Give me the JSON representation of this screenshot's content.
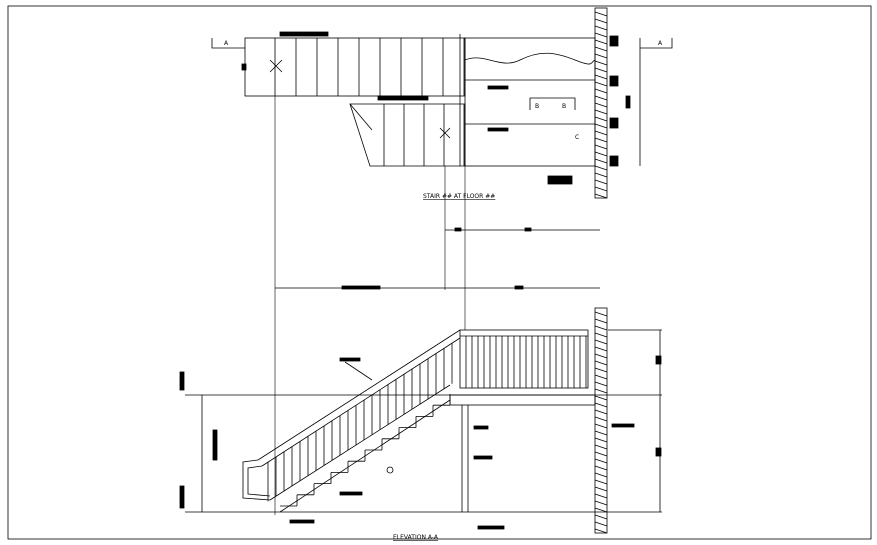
{
  "titles": {
    "plan": "STAIR ## AT FLOOR ##",
    "elevation": "ELEVATION A-A"
  },
  "section_marks": {
    "left": "A",
    "right": "A"
  },
  "landing_marks": {
    "b1": "B",
    "b2": "B",
    "c": "C"
  },
  "colors": {
    "line": "#000000",
    "paper": "#ffffff"
  }
}
